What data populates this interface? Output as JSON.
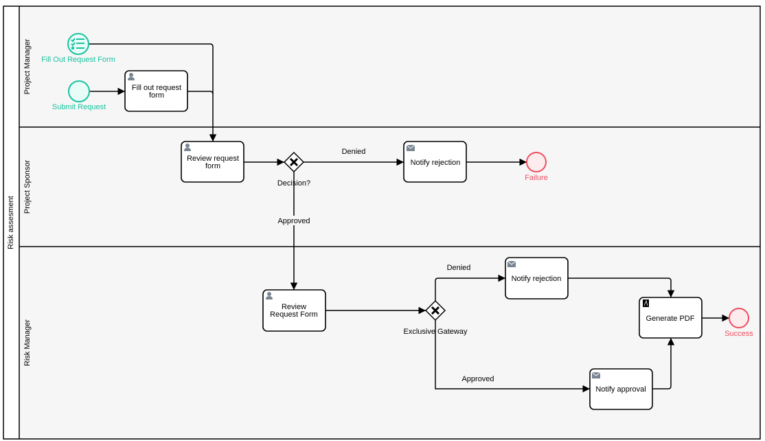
{
  "pool": {
    "label": "Risk assesment"
  },
  "lanes": [
    {
      "label": "Project Manager"
    },
    {
      "label": "Project Sponsor"
    },
    {
      "label": "Risk Manager"
    }
  ],
  "events": {
    "start_form": "Fill Out Request Form",
    "start_submit": "Submit Request",
    "end_failure": "Failure",
    "end_success": "Success"
  },
  "tasks": {
    "fill_out_1": "Fill out request",
    "fill_out_2": "form",
    "review_1": "Review request",
    "review_2": "form",
    "notify_rejection_1": "Notify rejection",
    "review_rm_1": "Review",
    "review_rm_2": "Request Form",
    "notify_rejection_2": "Notify rejection",
    "generate_pdf": "Generate PDF",
    "notify_approval": "Notify approval"
  },
  "gateways": {
    "decision": "Decision?",
    "exclusive": "Exclusive Gateway"
  },
  "flows": {
    "denied_1": "Denied",
    "approved_1": "Approved",
    "denied_2": "Denied",
    "approved_2": "Approved"
  },
  "colors": {
    "start": "#19c3a0",
    "end": "#ee4d5f"
  }
}
